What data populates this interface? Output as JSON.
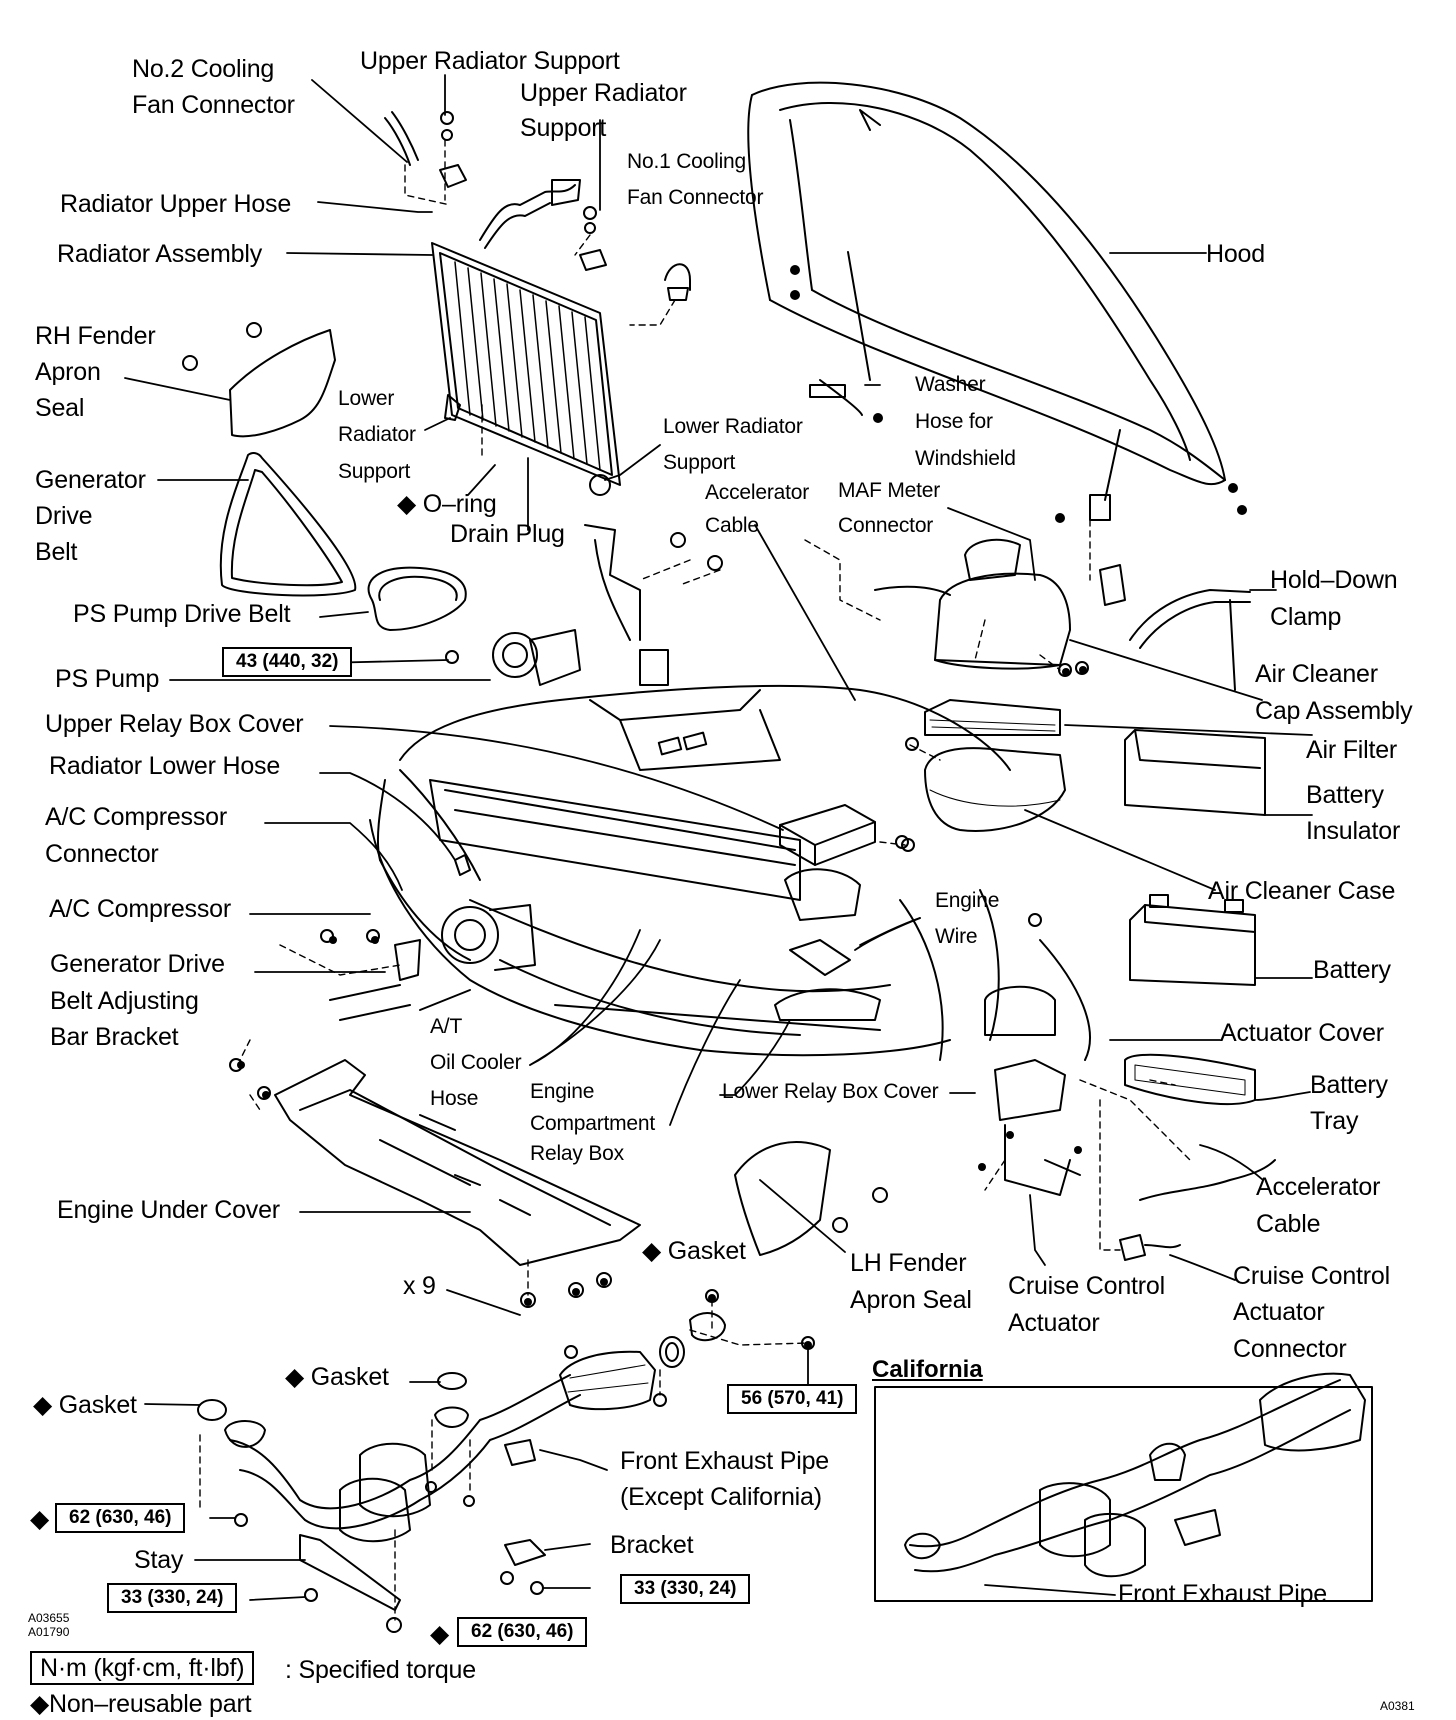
{
  "labels": {
    "no2_fan_connector_1": "No.2 Cooling",
    "no2_fan_connector_2": "Fan Connector",
    "upper_rad_support_a": "Upper Radiator Support",
    "upper_rad_support_b1": "Upper Radiator",
    "upper_rad_support_b2": "Support",
    "no1_fan_connector_1": "No.1 Cooling",
    "no1_fan_connector_2": "Fan Connector",
    "radiator_upper_hose": "Radiator Upper Hose",
    "radiator_assembly": "Radiator Assembly",
    "hood": "Hood",
    "rh_fender_1": "RH Fender",
    "rh_fender_2": "Apron",
    "rh_fender_3": "Seal",
    "lower_rad_support_1": "Lower",
    "lower_rad_support_2": "Radiator",
    "lower_rad_support_3": "Support",
    "washer_hose_1": "Washer",
    "washer_hose_2": "Hose for",
    "washer_hose_3": "Windshield",
    "lower_rad_support_r1": "Lower Radiator",
    "lower_rad_support_r2": "Support",
    "generator_belt_1": "Generator",
    "generator_belt_2": "Drive",
    "generator_belt_3": "Belt",
    "oring": "◆ O–ring",
    "drain_plug": "Drain Plug",
    "accel_cable_top_1": "Accelerator",
    "accel_cable_top_2": "Cable",
    "maf_1": "MAF Meter",
    "maf_2": "Connector",
    "hold_down_1": "Hold–Down",
    "hold_down_2": "Clamp",
    "ps_pump_belt": "PS Pump Drive Belt",
    "ps_pump": "PS Pump",
    "air_cleaner_cap_1": "Air Cleaner",
    "air_cleaner_cap_2": "Cap Assembly",
    "upper_relay_box": "Upper Relay Box Cover",
    "air_filter": "Air Filter",
    "radiator_lower_hose": "Radiator Lower Hose",
    "battery_insulator_1": "Battery",
    "battery_insulator_2": "Insulator",
    "ac_connector_1": "A/C Compressor",
    "ac_connector_2": "Connector",
    "air_cleaner_case": "Air Cleaner Case",
    "ac_compressor": "A/C Compressor",
    "engine_wire_1": "Engine",
    "engine_wire_2": "Wire",
    "gen_bracket_1": "Generator Drive",
    "gen_bracket_2": "Belt Adjusting",
    "gen_bracket_3": "Bar Bracket",
    "battery": "Battery",
    "actuator_cover": "Actuator Cover",
    "at_cooler_1": "A/T",
    "at_cooler_2": "Oil Cooler",
    "at_cooler_3": "Hose",
    "relay_box_1": "Engine",
    "relay_box_2": "Compartment",
    "relay_box_3": "Relay Box",
    "lower_relay_box": "Lower Relay Box Cover",
    "battery_tray_1": "Battery",
    "battery_tray_2": "Tray",
    "accel_cable_btm_1": "Accelerator",
    "accel_cable_btm_2": "Cable",
    "engine_under_cover": "Engine Under Cover",
    "gasket_mid": "◆ Gasket",
    "lh_fender_1": "LH Fender",
    "lh_fender_2": "Apron Seal",
    "cruise_actuator_1": "Cruise Control",
    "cruise_actuator_2": "Actuator",
    "cruise_conn_1": "Cruise Control",
    "cruise_conn_2": "Actuator",
    "cruise_conn_3": "Connector",
    "x9": "x 9",
    "gasket_center": "◆ Gasket",
    "gasket_left": "◆ Gasket",
    "california": "California",
    "front_exhaust_1": "Front Exhaust Pipe",
    "front_exhaust_2": "(Except California)",
    "bracket": "Bracket",
    "stay": "Stay",
    "front_exhaust_cal": "Front Exhaust Pipe",
    "diamond_a": "◆",
    "diamond_b": "◆",
    "code_1": "A03655",
    "code_2": "A01790",
    "code_3": "A0381"
  },
  "torques": {
    "t_ps_pump": "43 (440, 32)",
    "t_56": "56 (570, 41)",
    "t_62_left": "62 (630, 46)",
    "t_33_left": "33 (330, 24)",
    "t_33_right": "33 (330, 24)",
    "t_62_bottom": "62 (630, 46)"
  },
  "legend": {
    "unit_box": "N·m (kgf·cm, ft·lbf)",
    "unit_text": ": Specified torque",
    "non_reusable": "◆Non–reusable part"
  }
}
